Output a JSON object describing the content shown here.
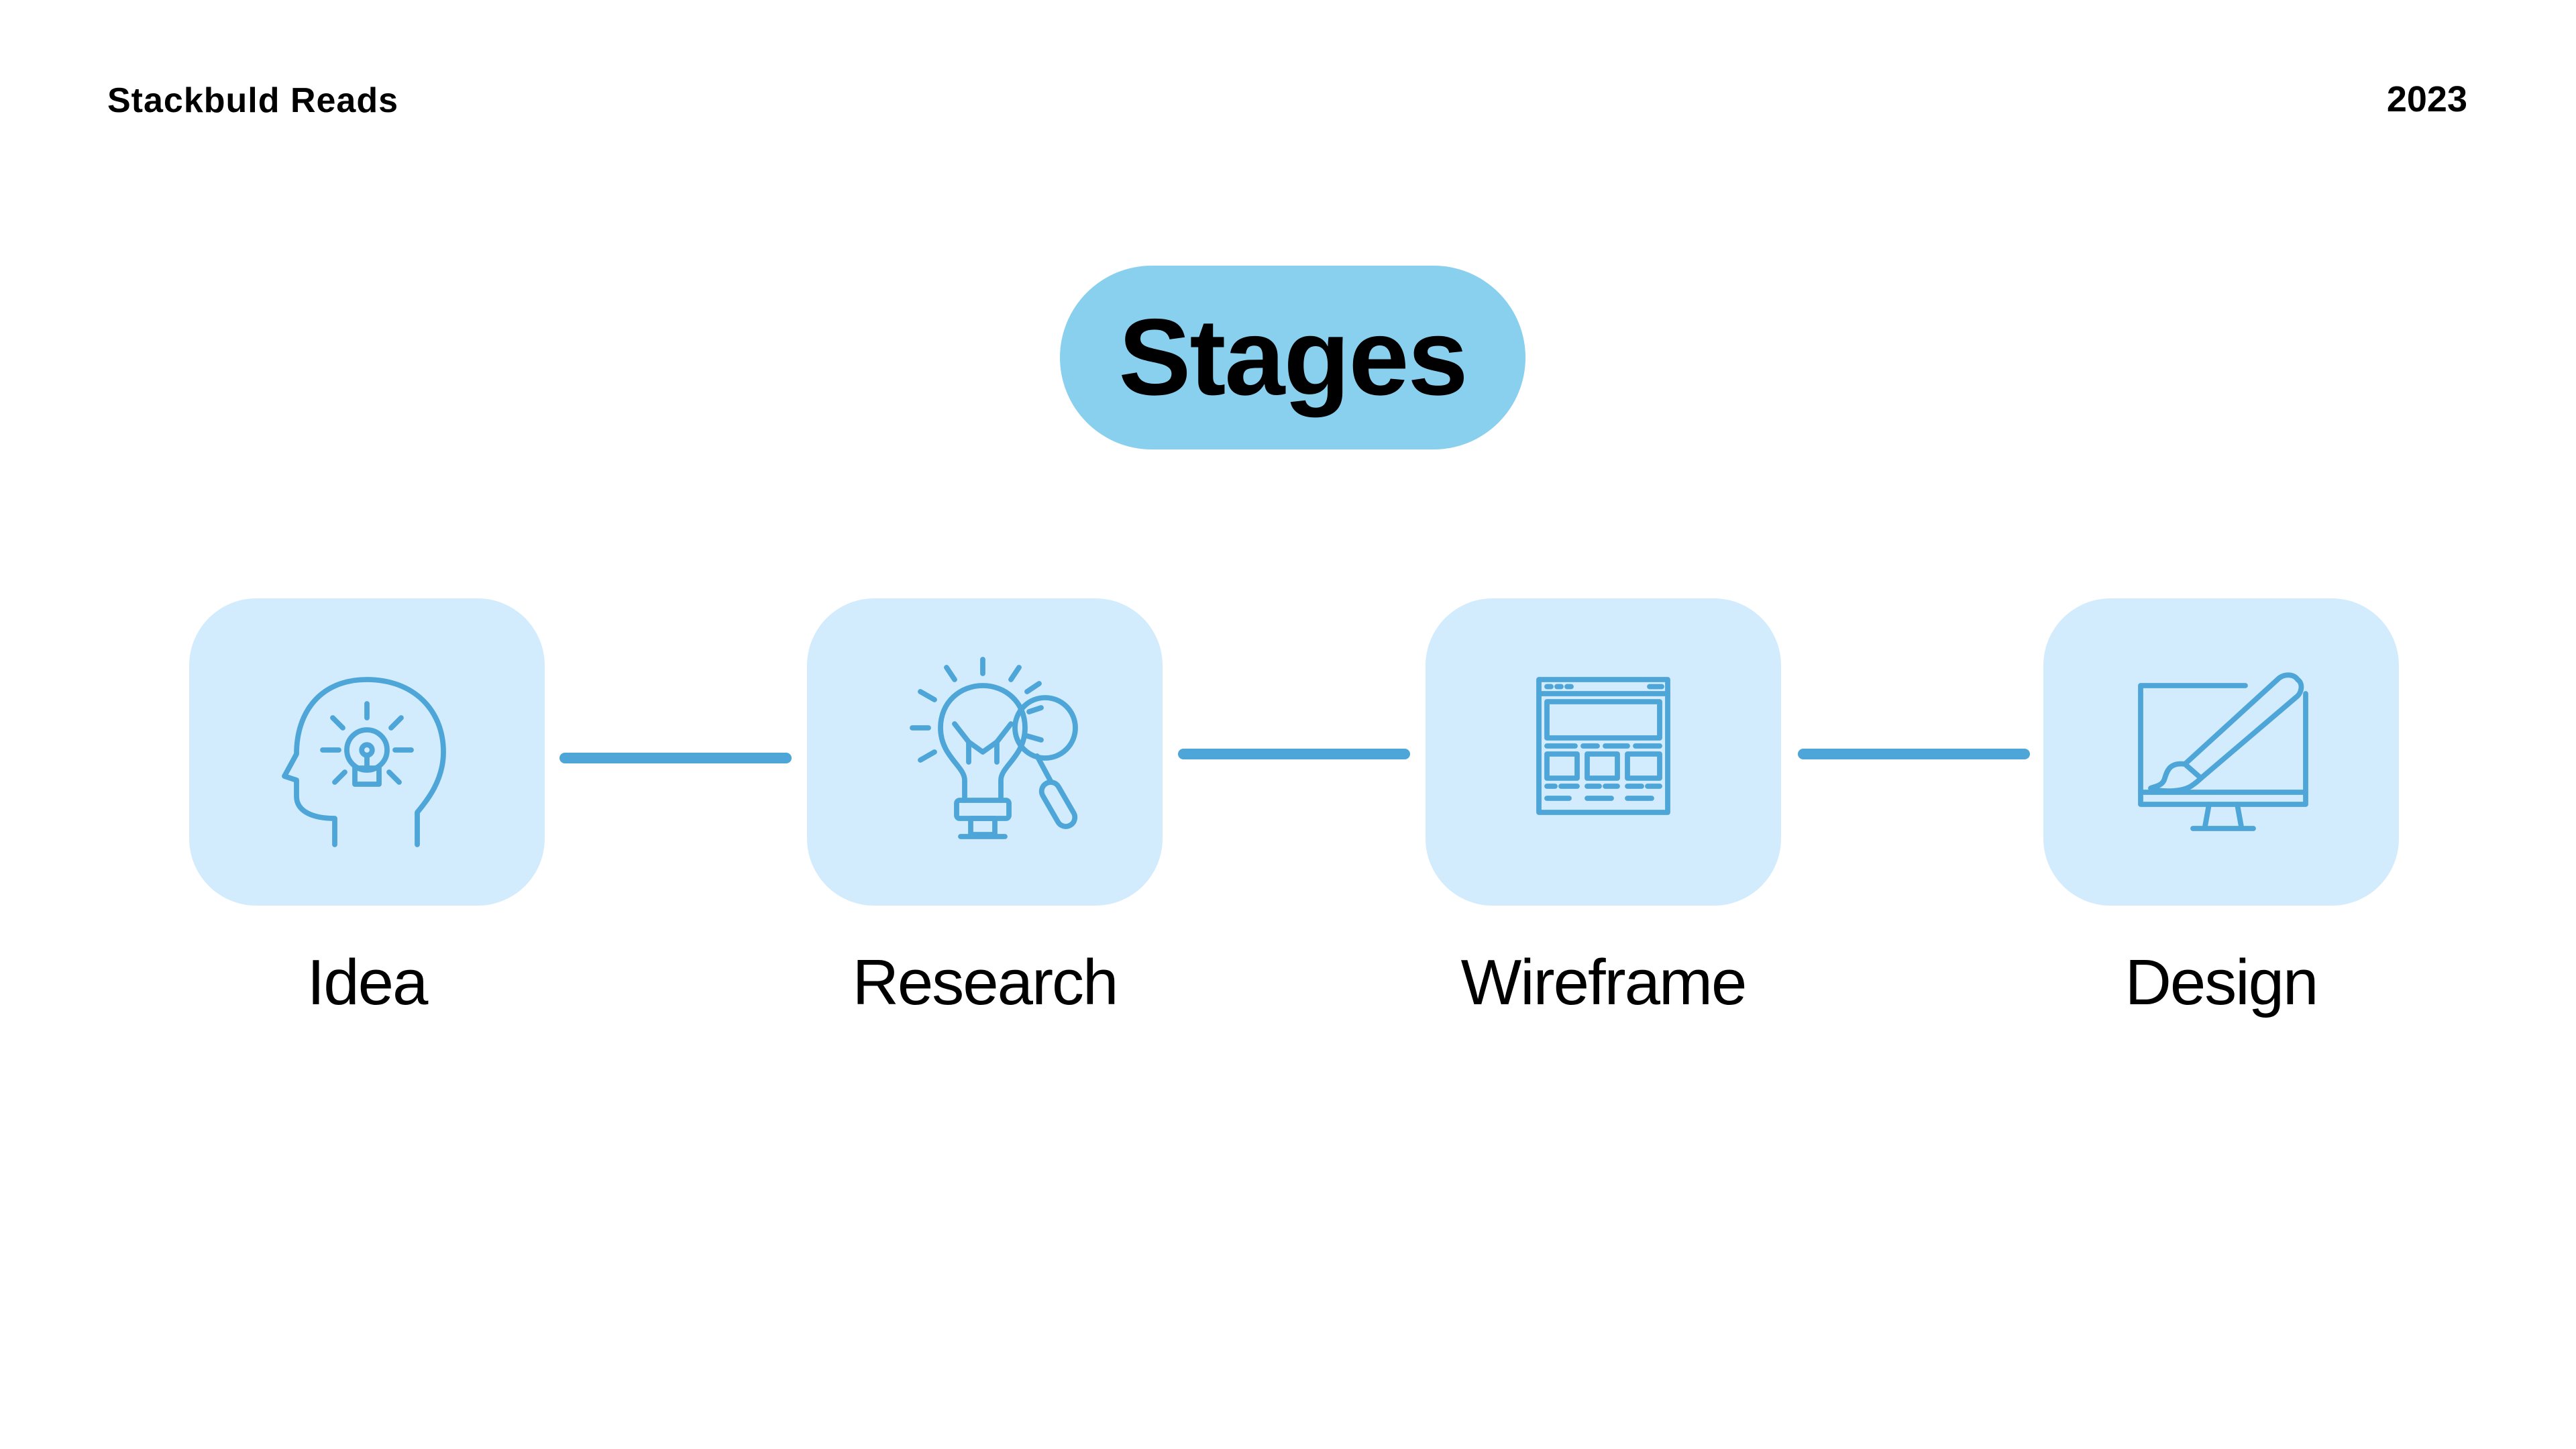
{
  "header": {
    "brand": "Stackbuld Reads",
    "year": "2023"
  },
  "diagram": {
    "title": "Stages",
    "accent_color": "#88d0ee",
    "card_color": "#d3ecfd",
    "icon_color": "#4ea6d8",
    "stages": [
      {
        "label": "Idea",
        "icon": "head-lightbulb-icon"
      },
      {
        "label": "Research",
        "icon": "lightbulb-magnifier-icon"
      },
      {
        "label": "Wireframe",
        "icon": "wireframe-browser-icon"
      },
      {
        "label": "Design",
        "icon": "monitor-paintbrush-icon"
      }
    ]
  }
}
